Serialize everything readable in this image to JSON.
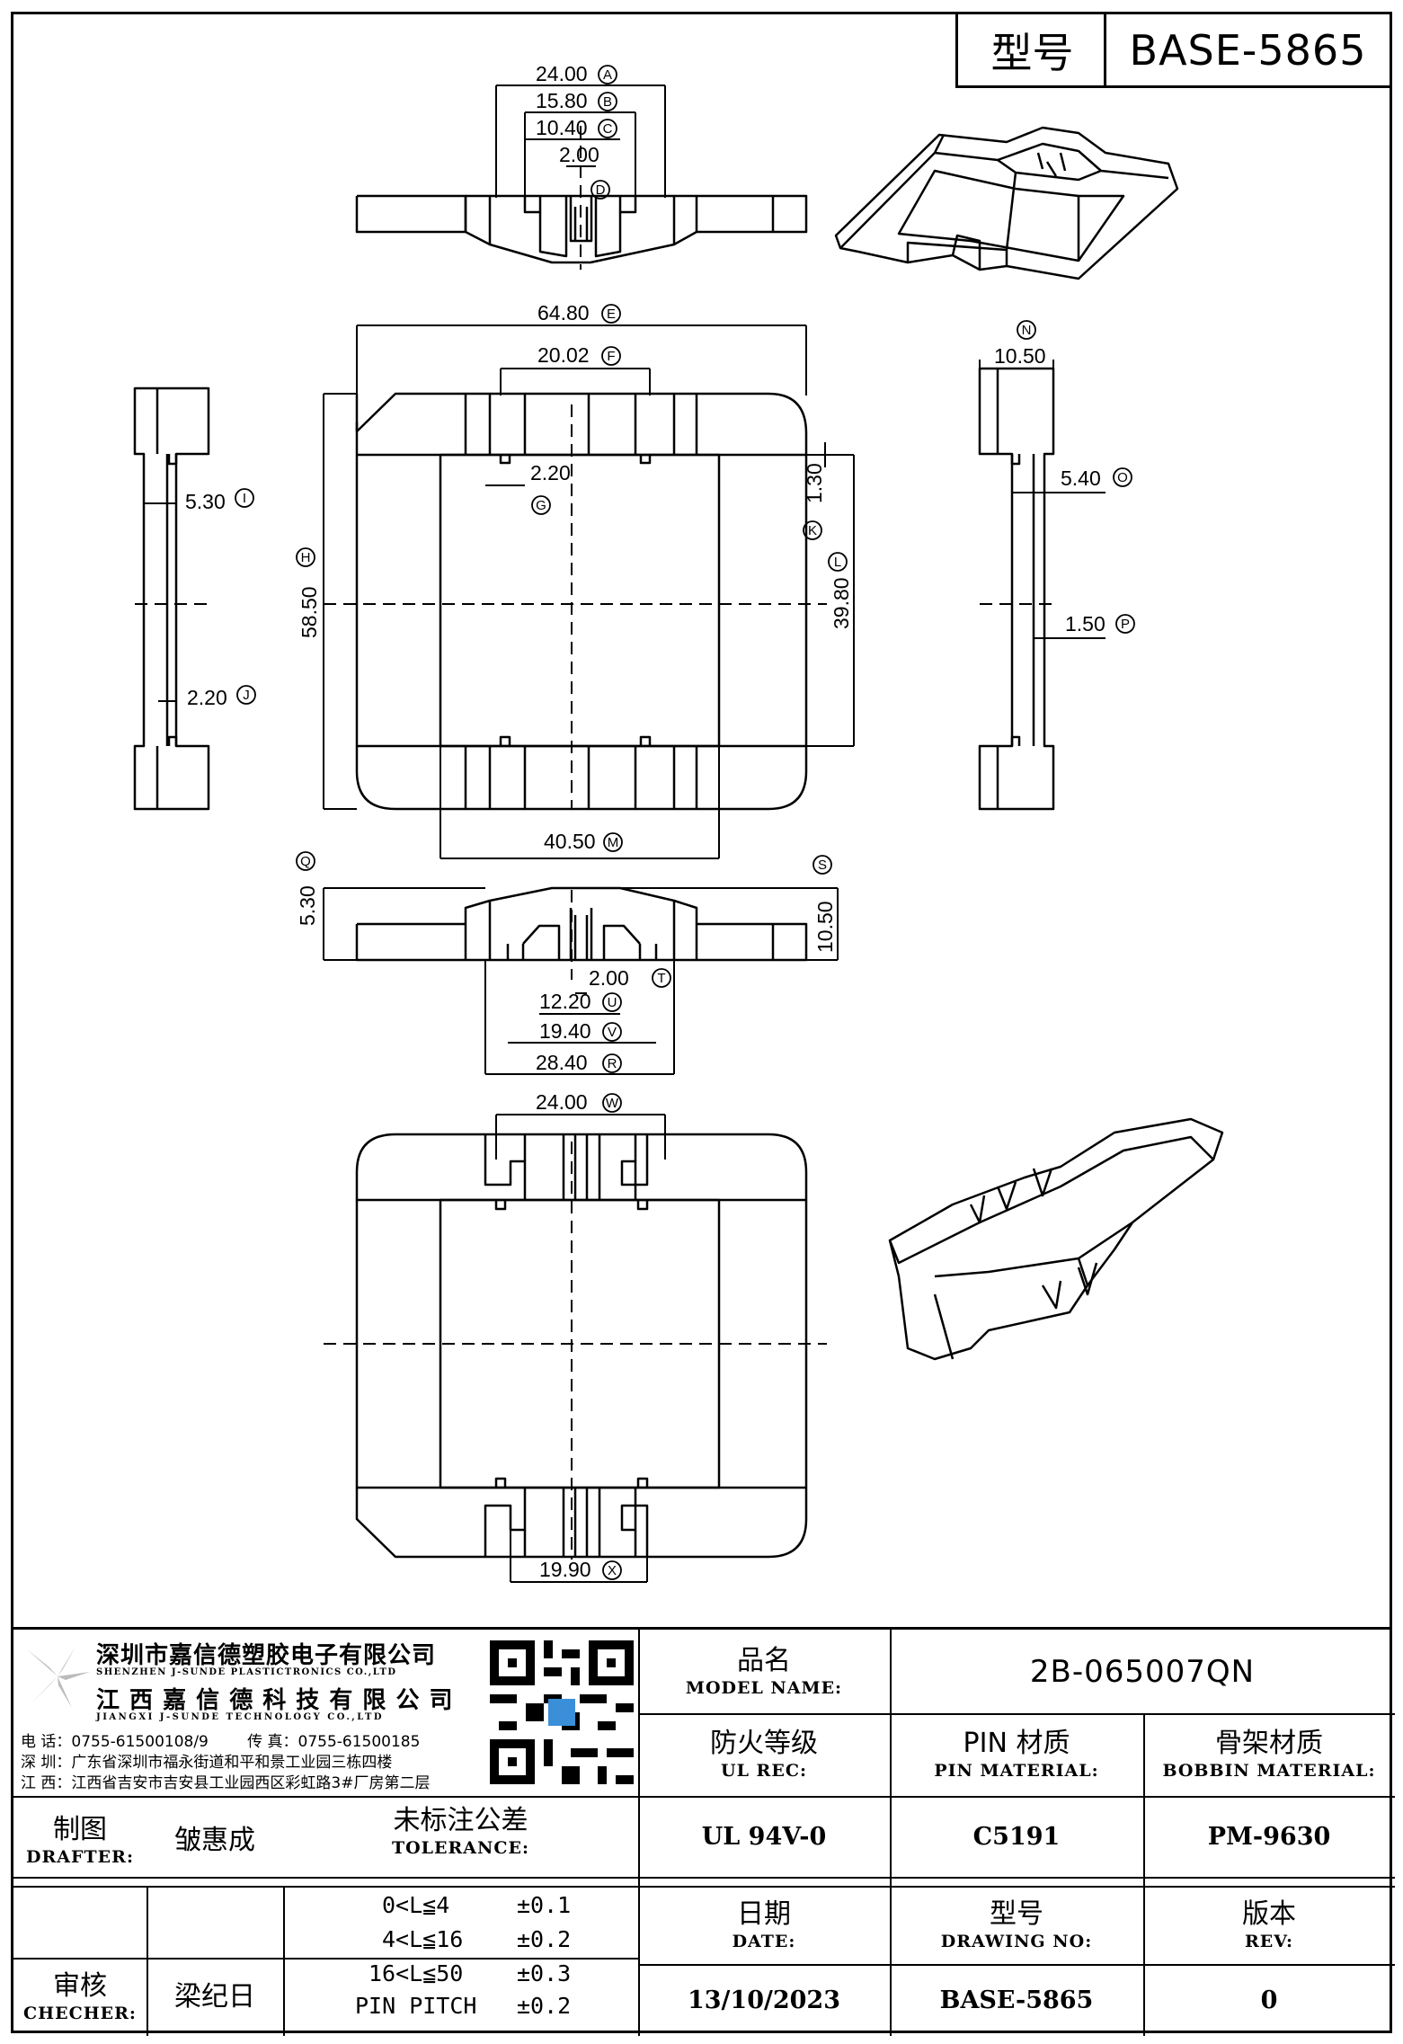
{
  "header": {
    "type_label": "型号",
    "type_value": "BASE-5865"
  },
  "dimensions": {
    "A": "24.00",
    "B": "15.80",
    "C": "10.40",
    "D": "2.00",
    "E": "64.80",
    "F": "20.02",
    "G": "2.20",
    "H": "58.50",
    "I": "5.30",
    "J": "2.20",
    "K": "1.30",
    "L": "39.80",
    "M": "40.50",
    "N": "10.50",
    "O": "5.40",
    "P": "1.50",
    "Q": "5.30",
    "R": "28.40",
    "S": "10.50",
    "T": "2.00",
    "U": "12.20",
    "V": "19.40",
    "W": "24.00",
    "X": "19.90"
  },
  "company": {
    "name_sz": "深圳市嘉信德塑胶电子有限公司",
    "name_sz_en": "SHENZHEN J-SUNDE PLASTICTRONICS CO.,LTD",
    "name_jx": "江 西 嘉 信 德 科 技 有 限 公 司",
    "name_jx_en": "JIANGXI J-SUNDE TECHNOLOGY CO.,LTD",
    "phone_line": "电 话：0755-61500108/9        传 真：0755-61500185",
    "sz_addr": "深 圳：广东省深圳市福永街道和平和景工业园三栋四楼",
    "jx_addr": "江 西：江西省吉安市吉安县工业园西区彩虹路3#厂房第二层"
  },
  "title_block": {
    "model_name_cn": "品名",
    "model_name_en": "MODEL NAME:",
    "model_name_value": "2B-065007QN",
    "ul_cn": "防火等级",
    "ul_en": "UL REC:",
    "ul_value": "UL 94V-0",
    "pin_cn": "PIN 材质",
    "pin_en": "PIN MATERIAL:",
    "pin_value": "C5191",
    "bobbin_cn": "骨架材质",
    "bobbin_en": "BOBBIN MATERIAL:",
    "bobbin_value": "PM-9630",
    "drafter_cn": "制图",
    "drafter_en": "DRAFTER:",
    "drafter_value": "皱惠成",
    "checker_cn": "审核",
    "checker_en": "CHECHER:",
    "checker_value": "梁纪日",
    "tolerance_cn": "未标注公差",
    "tolerance_en": "TOLERANCE:",
    "tolerance_rows": [
      {
        "range": "0<L≦4",
        "value": "±0.1"
      },
      {
        "range": "4<L≦16",
        "value": "±0.2"
      },
      {
        "range": "16<L≦50",
        "value": "±0.3"
      },
      {
        "range": "PIN PITCH",
        "value": "±0.2"
      }
    ],
    "date_cn": "日期",
    "date_en": "DATE:",
    "date_value": "13/10/2023",
    "drawing_cn": "型号",
    "drawing_en": "DRAWING NO:",
    "drawing_value": "BASE-5865",
    "rev_cn": "版本",
    "rev_en": "REV:",
    "rev_value": "0"
  }
}
